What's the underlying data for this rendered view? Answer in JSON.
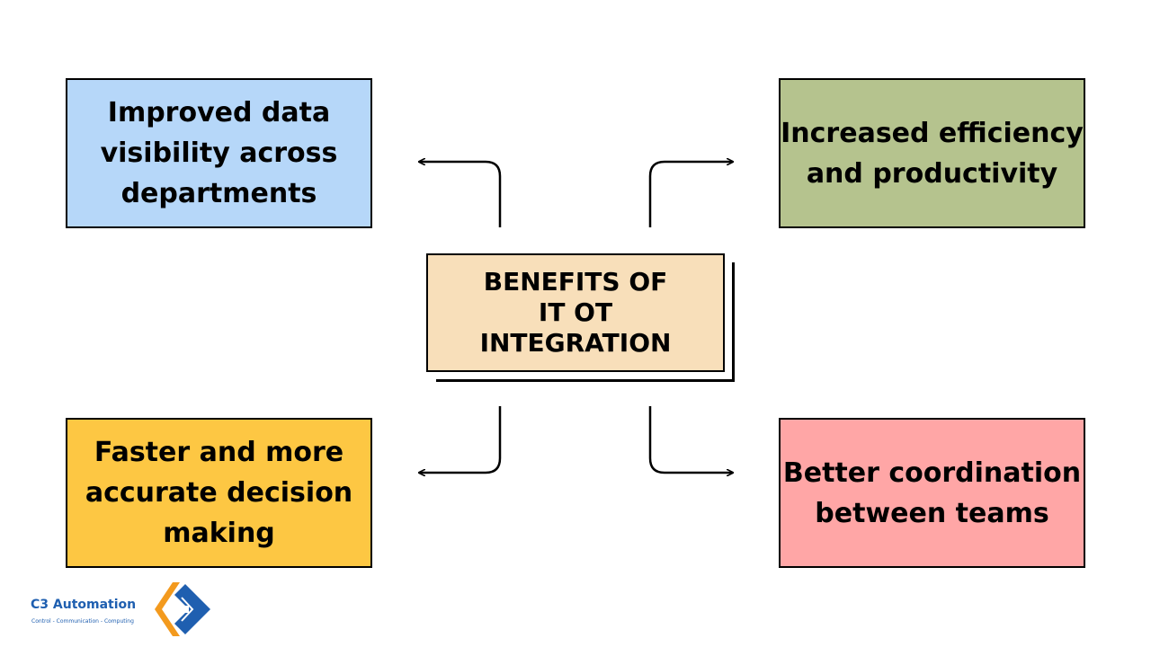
{
  "center": {
    "title": "BENEFITS OF IT OT INTEGRATION"
  },
  "benefits": [
    {
      "label": "Improved data visibility across departments",
      "color": "#b6d7f9"
    },
    {
      "label": "Increased efficiency and productivity",
      "color": "#b5c38e"
    },
    {
      "label": "Faster and more accurate decision making",
      "color": "#fdc743"
    },
    {
      "label": "Better coordination between teams",
      "color": "#ffa6a6"
    }
  ],
  "center_color": "#f8dfba",
  "logo": {
    "name": "C3 Automation",
    "tagline": "Control - Communication - Computing",
    "brand_blue": "#1f5fb0",
    "brand_orange": "#f39a1e"
  }
}
